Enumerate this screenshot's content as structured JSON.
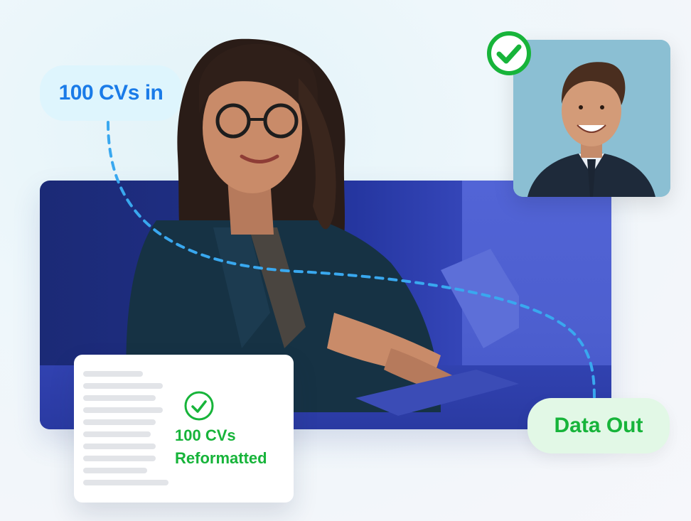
{
  "badges": {
    "cvs_in": "100 CVs in",
    "data_out": "Data Out"
  },
  "card": {
    "line1": "100 CVs",
    "line2": "Reformatted"
  },
  "images": {
    "main": "woman-with-laptop-photo",
    "portrait": "smiling-man-portrait-photo"
  },
  "colors": {
    "blue_text": "#1a7be8",
    "green": "#17b43a",
    "dash": "#39a8ef",
    "scene_blue": "#2536a0"
  }
}
